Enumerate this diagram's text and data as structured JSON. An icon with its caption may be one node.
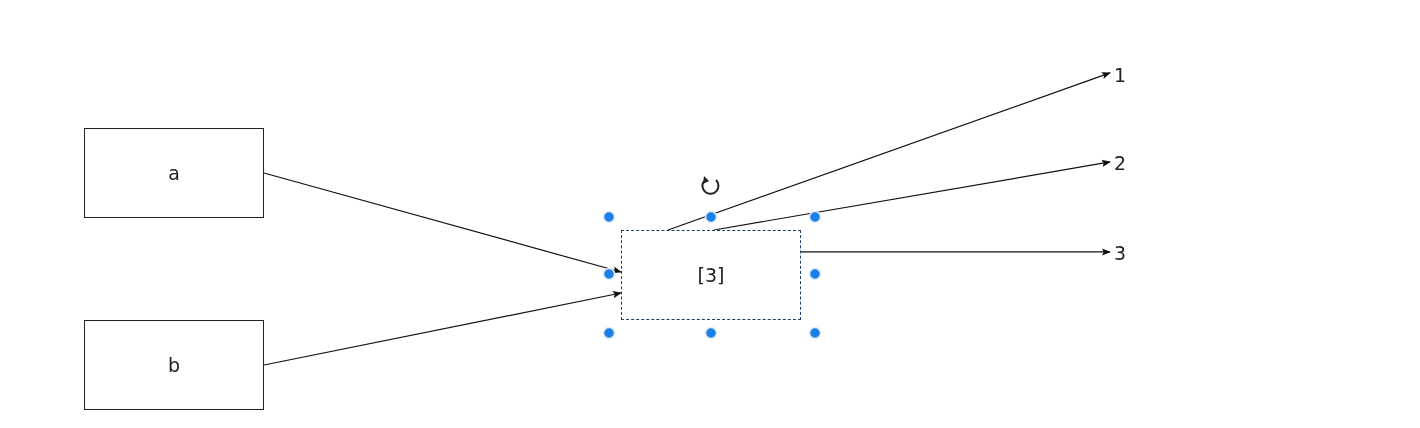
{
  "diagram": {
    "nodes": [
      {
        "text": [
          "a"
        ]
      },
      {
        "text": [
          "b"
        ]
      },
      {
        "text": [
          "[3]"
        ]
      },
      {
        "text": [
          "1"
        ]
      },
      {
        "text": [
          "2"
        ]
      },
      {
        "text": [
          "3"
        ]
      }
    ],
    "edges": [
      {
        "from": 0,
        "to": 2,
        "arrow": "to"
      },
      {
        "from": 1,
        "to": 2,
        "arrow": "to"
      },
      {
        "from": 2,
        "to": 3,
        "arrow": "to"
      },
      {
        "from": 2,
        "to": 4,
        "arrow": "to"
      },
      {
        "from": 2,
        "to": 5,
        "arrow": "to"
      }
    ]
  }
}
